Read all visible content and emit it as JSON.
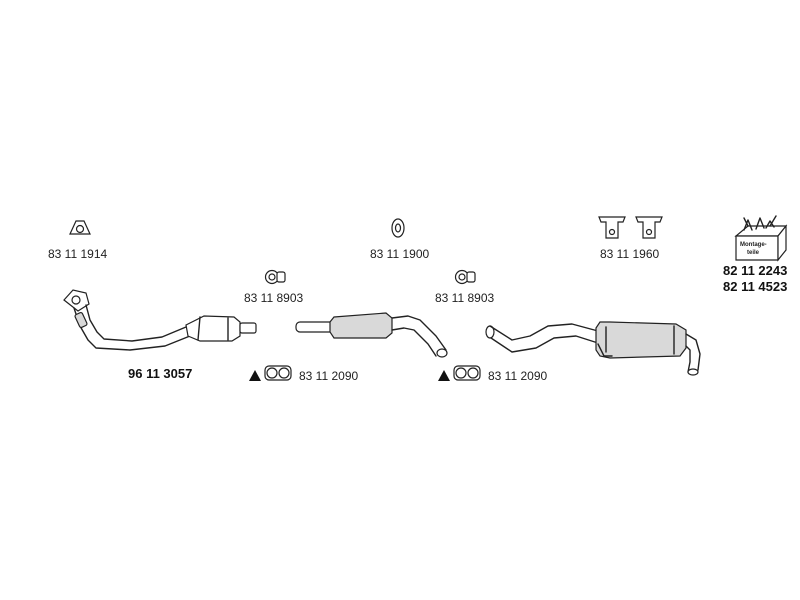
{
  "parts": {
    "gasket_triangle": "83 11 1914",
    "gasket_oval": "83 11 1900",
    "hanger": "83 11 1960",
    "clamp_left": "83 11 8903",
    "clamp_right": "83 11 8903",
    "front_pipe_catalyst": "96 11 3057",
    "connector_left": "83 11 2090",
    "connector_right": "83 11 2090",
    "mounting_kit_1": "82 11 2243",
    "mounting_kit_2": "82 11 4523",
    "kit_label_line1": "Montage-",
    "kit_label_line2": "teile"
  },
  "icons": {
    "triangle_gasket": "triangle-gasket-icon",
    "oval_gasket": "oval-gasket-icon",
    "hanger": "rubber-hanger-icon",
    "clamp": "pipe-clamp-icon",
    "connector": "sleeve-connector-icon",
    "warning": "warning-triangle-icon",
    "kit": "mounting-kit-box-icon"
  }
}
